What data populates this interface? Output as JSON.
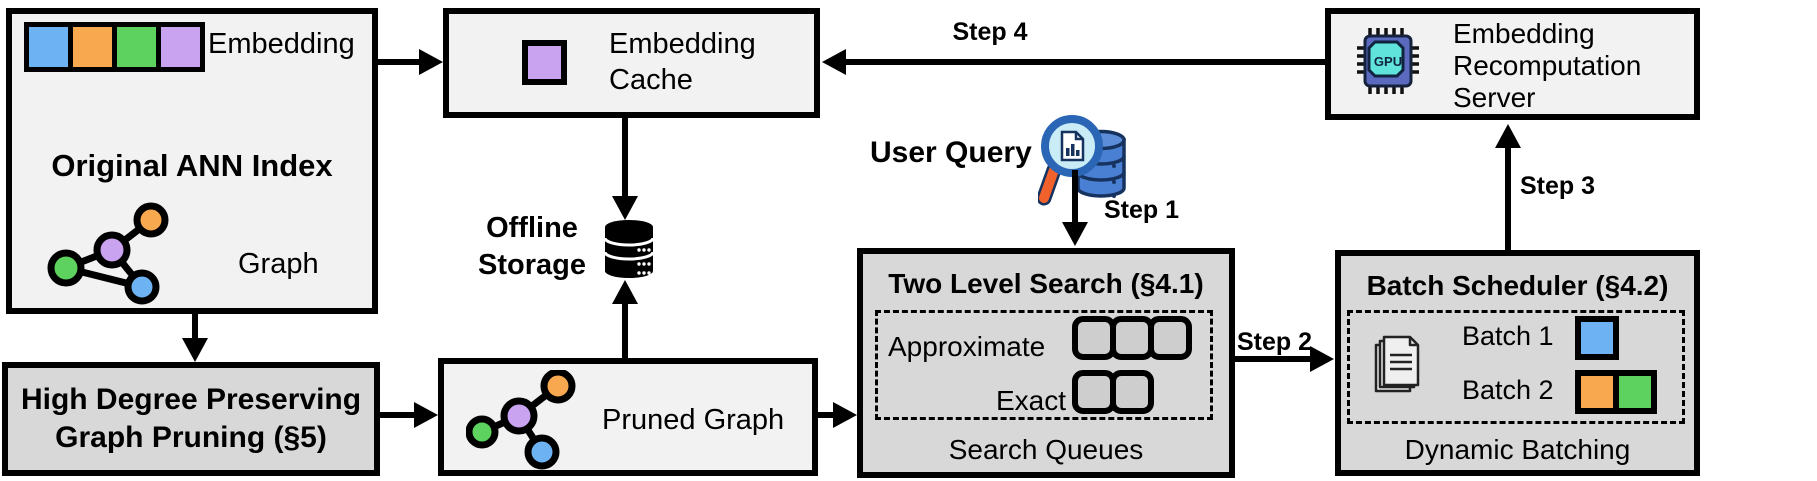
{
  "palette": {
    "blue": "#6db3f3",
    "orange": "#f8a84e",
    "green": "#5ed25e",
    "purple": "#c9a2f0",
    "box_light": "#f2f2f2",
    "box_gray": "#d8d8d8",
    "queue_fill": "#cecece",
    "gpu_body": "#5b6abf",
    "gpu_inner": "#5fe3da",
    "query_db_blue": "#4a80d4",
    "magnifier_rim": "#2a66b5",
    "magnifier_lens": "#c9ecf7",
    "magnifier_handle": "#f1612b"
  },
  "boxes": {
    "original_index": {
      "title": "Original ANN Index",
      "embedding_label": "Embedding",
      "graph_label": "Graph"
    },
    "pruning": {
      "line1": "High Degree Preserving",
      "line2": "Graph Pruning (§5)"
    },
    "cache": {
      "line1": "Embedding",
      "line2": "Cache"
    },
    "offline_storage": {
      "line1": "Offline",
      "line2": "Storage"
    },
    "pruned_graph": {
      "label": "Pruned Graph"
    },
    "user_query": {
      "label": "User Query"
    },
    "two_level_search": {
      "title": "Two Level Search (§4.1)",
      "approximate_label": "Approximate",
      "exact_label": "Exact",
      "caption": "Search Queues",
      "approximate_queue_count": 3,
      "exact_queue_count": 2
    },
    "batch_scheduler": {
      "title": "Batch Scheduler (§4.2)",
      "batch1_label": "Batch 1",
      "batch2_label": "Batch 2",
      "caption": "Dynamic Batching"
    },
    "server": {
      "line1": "Embedding",
      "line2": "Recomputation",
      "line3": "Server",
      "gpu_label": "GPU"
    }
  },
  "steps": {
    "step1": "Step 1",
    "step2": "Step 2",
    "step3": "Step 3",
    "step4": "Step 4"
  }
}
